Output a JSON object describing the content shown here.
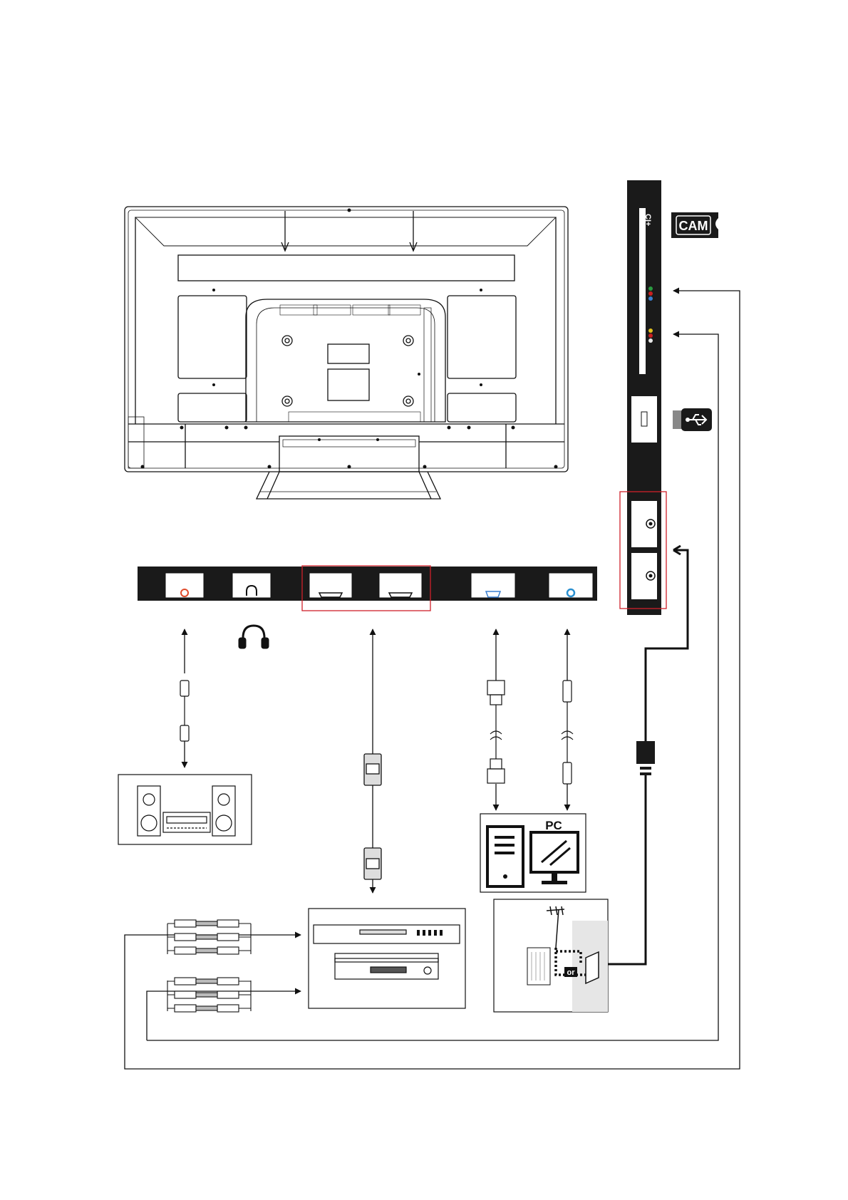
{
  "labels": {
    "cam": "CAM",
    "ci": "CI+",
    "pc": "PC",
    "or": "or"
  },
  "colors": {
    "panel": "#1a1a1a",
    "highlight": "#d0202a",
    "optical_port": "#e04a2a",
    "vga_port": "#3a7fd0",
    "coax_port": "#2a90d0",
    "audio_red": "#c82020",
    "audio_white": "#e8e8e8",
    "video_yellow": "#e0c020",
    "component_green": "#2a9a40",
    "antenna_panel": "#e6e6e6"
  },
  "icons": [
    "tv-back-panel",
    "optical-port-icon",
    "headphone-port-icon",
    "hdmi-port-icon",
    "vga-port-icon",
    "coax-port-icon",
    "usb-port-icon",
    "usb-stick-icon",
    "cam-card-icon",
    "headphones-icon",
    "hifi-system-icon",
    "dvd-player-icon",
    "pc-icon",
    "antenna-icon",
    "wall-socket-icon"
  ]
}
